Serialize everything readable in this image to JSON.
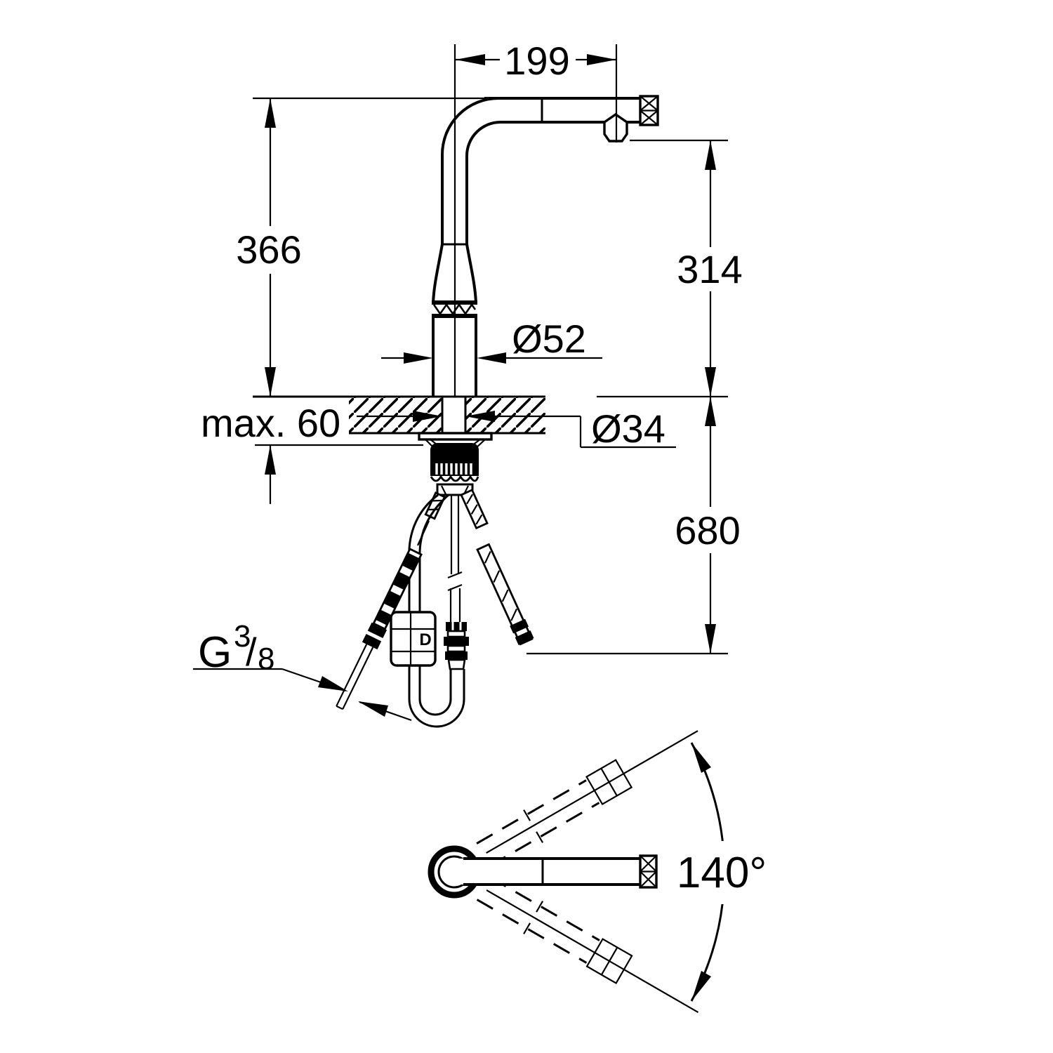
{
  "drawing": {
    "title": "faucet-installation-dimension-drawing",
    "colors": {
      "background": "#ffffff",
      "line": "#000000"
    },
    "labels": {
      "dim_spout_reach": "199",
      "dim_height_above_deck": "366",
      "dim_outlet_height": "314",
      "dim_below_deck_length": "680",
      "dim_deck_thickness": "max. 60",
      "dim_body_diameter": "Ø52",
      "dim_hole_diameter": "Ø34",
      "dim_swivel_angle": "140°",
      "thread": {
        "prefix": "G",
        "numerator": "3",
        "slash": "/",
        "denominator": "8"
      },
      "control_box_marking": "D"
    }
  }
}
